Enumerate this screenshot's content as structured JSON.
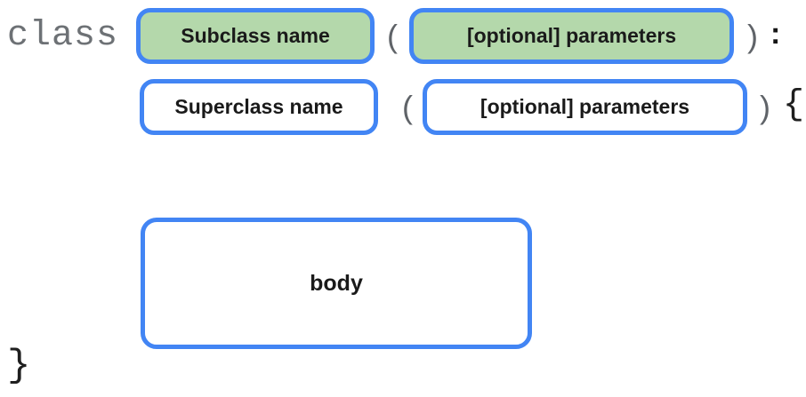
{
  "diagram": {
    "title": "class-inheritance-syntax",
    "keyword": "class",
    "row1": {
      "subclass_label": "Subclass name",
      "open_paren": "(",
      "params_label": "[optional] parameters",
      "close_paren": ")",
      "colon": ":"
    },
    "row2": {
      "superclass_label": "Superclass name",
      "open_paren": "(",
      "params_label": "[optional] parameters",
      "close_paren": ")",
      "open_brace": "{"
    },
    "body_label": "body",
    "close_brace": "}"
  },
  "colors": {
    "accent_blue": "#4285f4",
    "highlight_green": "#b4d8ab",
    "code_gray": "#6d7175",
    "code_gray_parens": "#5f6368",
    "text_black": "#1a1a1a"
  }
}
